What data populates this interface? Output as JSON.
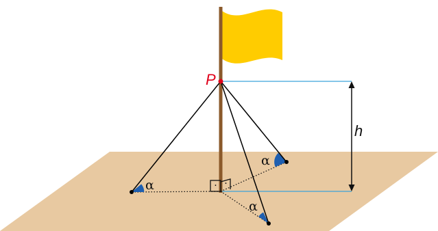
{
  "labels": {
    "point": "P",
    "height": "h",
    "angle_1": "α",
    "angle_2": "α",
    "angle_3": "α"
  },
  "right_angle_dots": "·",
  "colors": {
    "ground": "#E8C9A1",
    "flag": "#FFCC00",
    "pole": "#8B5A2B",
    "point": "#E0001A",
    "level_line": "#3BA3D9",
    "angle_fill": "#1F5FB0",
    "guy_wire": "#000000"
  }
}
